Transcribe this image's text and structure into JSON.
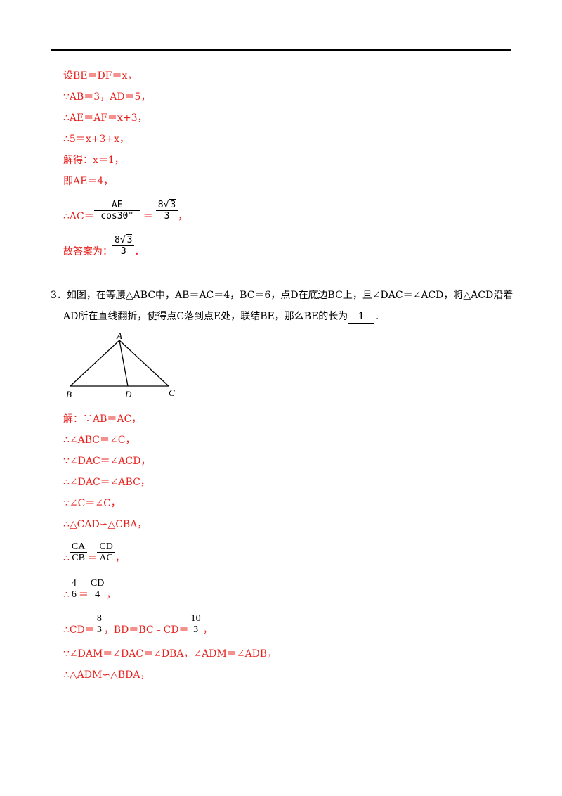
{
  "solution_prev": {
    "l1": "设BE＝DF＝x，",
    "l2": "∵AB＝3，AD＝5，",
    "l3": "∴AE＝AF＝x+3，",
    "l4": "∴5＝x+3+x，",
    "l5": "解得：x＝1，",
    "l6": "即AE＝4，",
    "l7_prefix": "∴AC＝",
    "l7_frac1_num": "AE",
    "l7_frac1_den": "cos30°",
    "l7_eq": "＝",
    "l7_frac2_num_coef": "8",
    "l7_frac2_num_rad": "3",
    "l7_frac2_den": "3",
    "l7_suffix": "，",
    "l8_prefix": "故答案为：",
    "l8_num_coef": "8",
    "l8_num_rad": "3",
    "l8_den": "3",
    "l8_suffix": "．"
  },
  "problem3": {
    "line1": "3．如图，在等腰△ABC中，AB＝AC＝4，BC＝6，点D在底边BC上，且∠DAC＝∠ACD，将△ACD沿着",
    "line2_prefix": "AD所在直线翻折，使得点C落到点E处，联结BE，那么BE的长为",
    "answer": "1",
    "line2_suffix": "．",
    "figure": {
      "A": "A",
      "B": "B",
      "C": "C",
      "D": "D"
    }
  },
  "solution3": {
    "s1": "解：∵AB＝AC，",
    "s2": "∴∠ABC＝∠C，",
    "s3": "∵∠DAC＝∠ACD，",
    "s4": "∴∠DAC＝∠ABC，",
    "s5": "∵∠C＝∠C，",
    "s6": "∴△CAD∽△CBA，",
    "s7_prefix": "∴",
    "s7_f1_num": "CA",
    "s7_f1_den": "CB",
    "s7_eq": "＝",
    "s7_f2_num": "CD",
    "s7_f2_den": "AC",
    "s7_suffix": "，",
    "s8_prefix": "∴",
    "s8_f1_num": "4",
    "s8_f1_den": "6",
    "s8_eq": "＝",
    "s8_f2_num": "CD",
    "s8_f2_den": "4",
    "s8_suffix": "，",
    "s9_a": "∴CD＝",
    "s9_f1_num": "8",
    "s9_f1_den": "3",
    "s9_b": "，BD＝BC﹣CD＝",
    "s9_f2_num": "10",
    "s9_f2_den": "3",
    "s9_c": "，",
    "s10": "∵∠DAM＝∠DAC＝∠DBA，∠ADM＝∠ADB，",
    "s11": "∴△ADM∽△BDA，"
  }
}
